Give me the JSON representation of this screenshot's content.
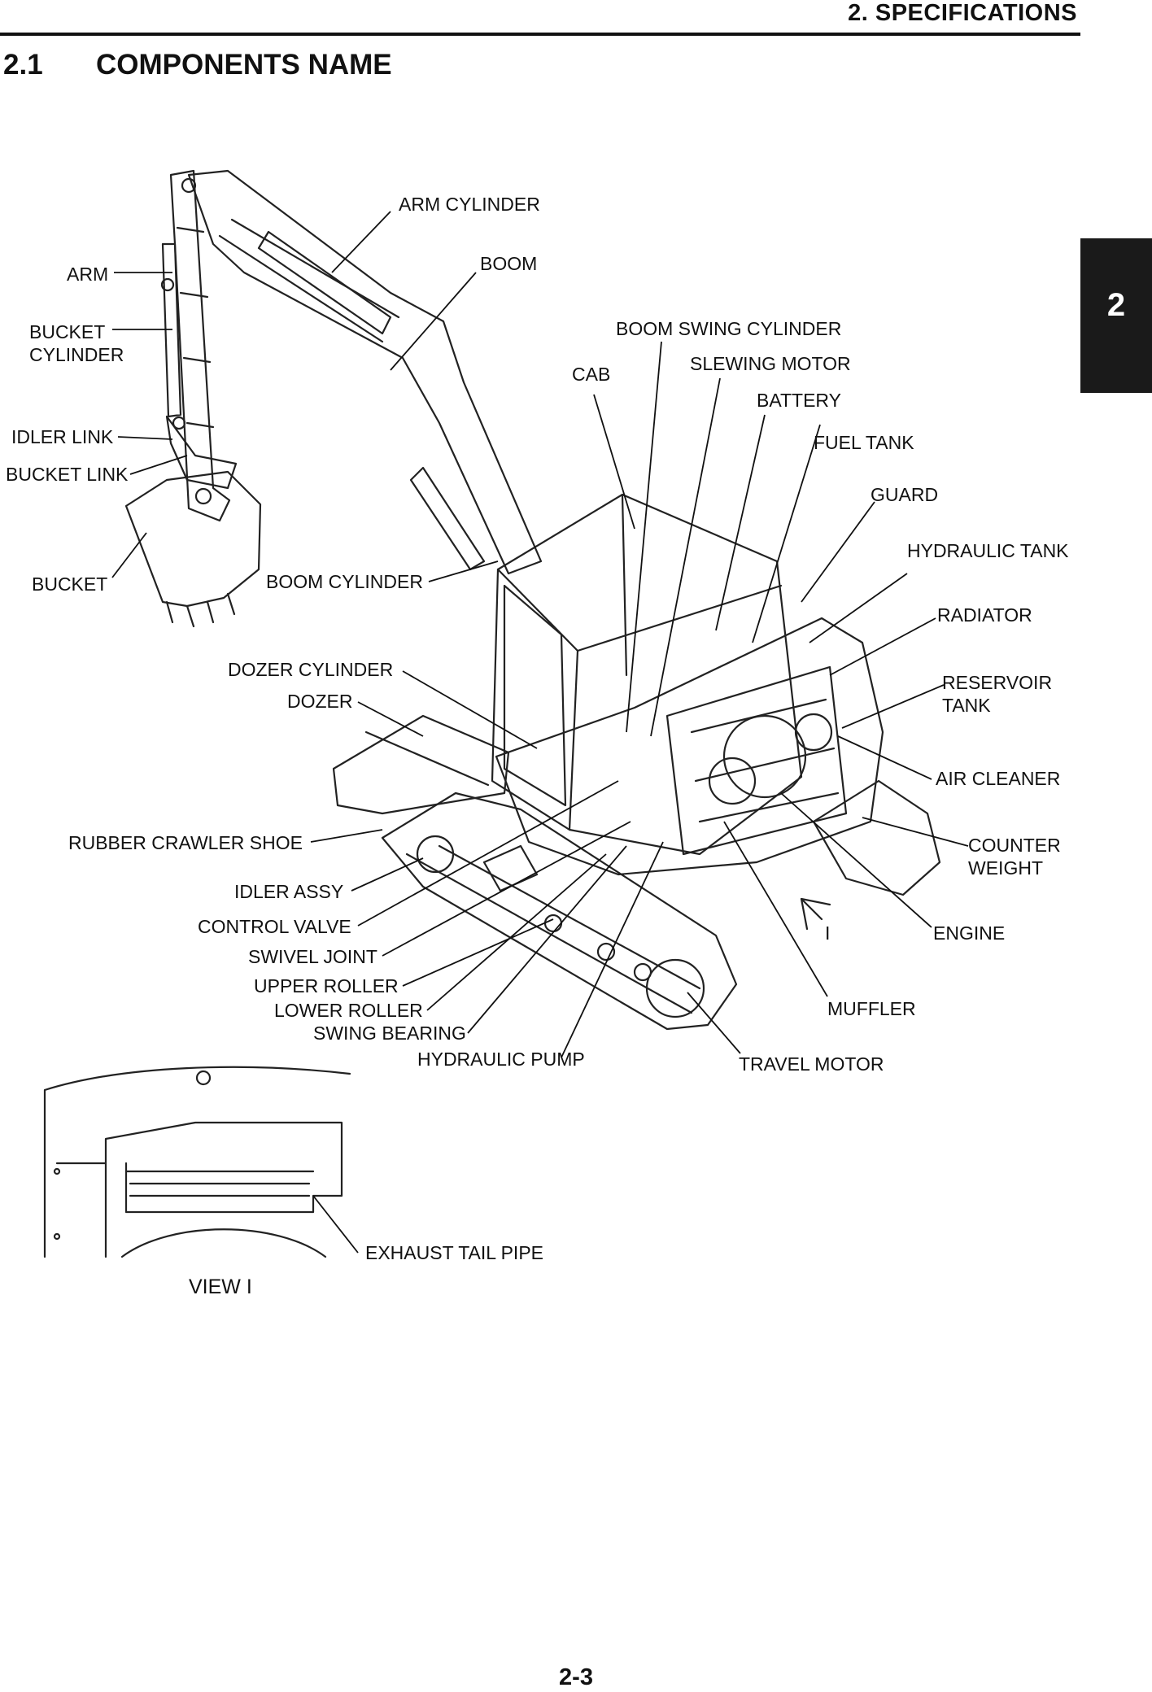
{
  "header": {
    "chapter_title": "2. SPECIFICATIONS"
  },
  "section": {
    "number": "2.1",
    "title": "COMPONENTS NAME"
  },
  "side_tab": {
    "label": "2"
  },
  "callouts": {
    "arm_cylinder": "ARM CYLINDER",
    "boom": "BOOM",
    "arm": "ARM",
    "bucket_cylinder_1": "BUCKET",
    "bucket_cylinder_2": "CYLINDER",
    "boom_swing_cylinder": "BOOM SWING CYLINDER",
    "slewing_motor": "SLEWING MOTOR",
    "cab": "CAB",
    "battery": "BATTERY",
    "idler_link": "IDLER LINK",
    "fuel_tank": "FUEL TANK",
    "bucket_link": "BUCKET LINK",
    "guard": "GUARD",
    "hydraulic_tank": "HYDRAULIC TANK",
    "bucket": "BUCKET",
    "boom_cylinder": "BOOM CYLINDER",
    "radiator": "RADIATOR",
    "dozer_cylinder": "DOZER CYLINDER",
    "reservoir_tank_1": "RESERVOIR",
    "reservoir_tank_2": "TANK",
    "dozer": "DOZER",
    "air_cleaner": "AIR CLEANER",
    "rubber_crawler_shoe": "RUBBER CRAWLER SHOE",
    "counter_weight_1": "COUNTER",
    "counter_weight_2": "WEIGHT",
    "idler_assy": "IDLER ASSY",
    "control_valve": "CONTROL VALVE",
    "engine": "ENGINE",
    "view_arrow": "I",
    "swivel_joint": "SWIVEL JOINT",
    "upper_roller": "UPPER ROLLER",
    "lower_roller": "LOWER ROLLER",
    "muffler": "MUFFLER",
    "swing_bearing": "SWING BEARING",
    "hydraulic_pump": "HYDRAULIC PUMP",
    "travel_motor": "TRAVEL MOTOR",
    "exhaust_tail_pipe": "EXHAUST TAIL PIPE",
    "view_caption": "VIEW I"
  },
  "footer": {
    "page_number": "2-3"
  }
}
